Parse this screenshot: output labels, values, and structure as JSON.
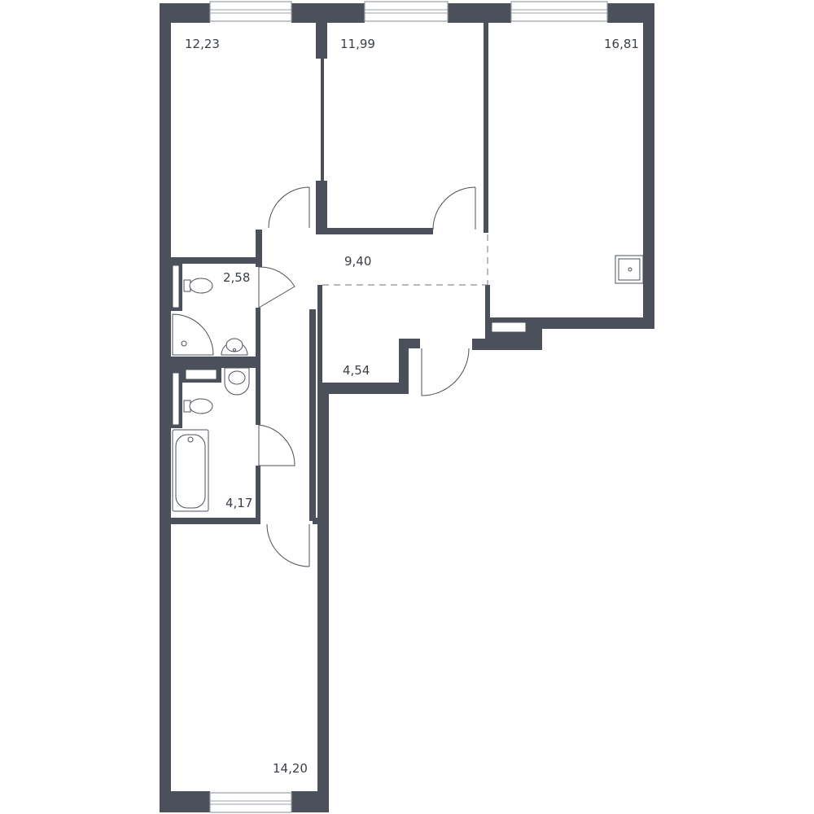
{
  "floorplan": {
    "rooms": [
      {
        "id": "room-top-left",
        "area": "12,23"
      },
      {
        "id": "room-top-middle",
        "area": "11,99"
      },
      {
        "id": "room-top-right-kitchen",
        "area": "16,81"
      },
      {
        "id": "hallway",
        "area": "9,40"
      },
      {
        "id": "wc-upper",
        "area": "2,58"
      },
      {
        "id": "storage",
        "area": "4,54"
      },
      {
        "id": "bathroom-lower",
        "area": "4,17"
      },
      {
        "id": "room-bottom",
        "area": "14,20"
      }
    ]
  },
  "colors": {
    "wall": "#4b505a",
    "window": "#9aa0a8",
    "background": "#ffffff"
  }
}
